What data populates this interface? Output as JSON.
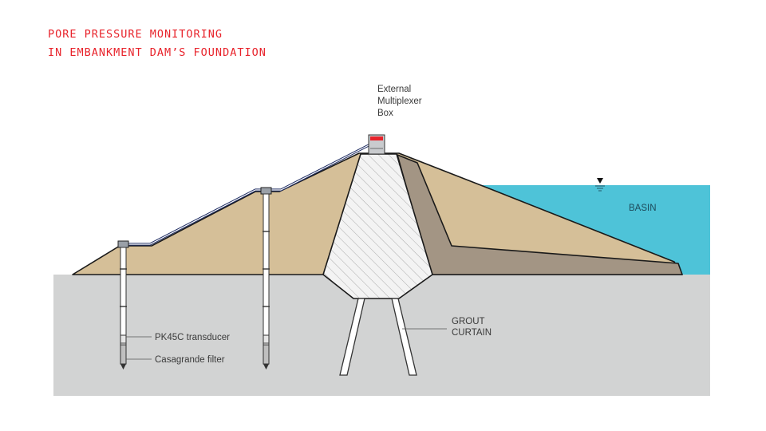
{
  "title": {
    "line1": "PORE PRESSURE MONITORING",
    "line2": "IN EMBANKMENT DAM’S FOUNDATION"
  },
  "labels": {
    "box_line1": "External",
    "box_line2": "Multiplexer",
    "box_line3": "Box",
    "basin": "BASIN",
    "grout_line1": "GROUT",
    "grout_line2": "CURTAIN",
    "transducer": "PK45C transducer",
    "filter": "Casagrande filter"
  },
  "colors": {
    "ground": "#d2d3d3",
    "fill": "#d5bf98",
    "filter_zone": "#a39584",
    "core": "#f3f3f3",
    "water": "#4ec3d8",
    "title": "#e8232b",
    "cable": "#1f2d63"
  },
  "icons": [
    "water-level-icon"
  ]
}
